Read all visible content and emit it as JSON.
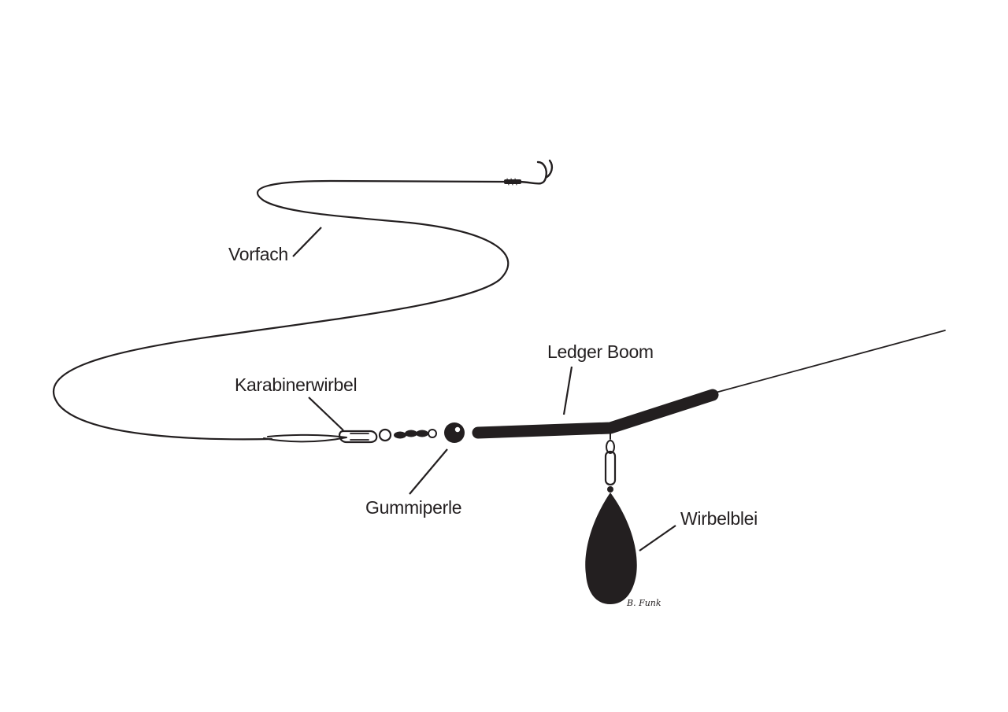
{
  "diagram": {
    "labels": {
      "vorfach": "Vorfach",
      "karabinerwirbel": "Karabinerwirbel",
      "gummiperle": "Gummiperle",
      "ledger_boom": "Ledger Boom",
      "wirbelblei": "Wirbelblei"
    },
    "signature": "B. Funk",
    "colors": {
      "ink": "#231f20",
      "background": "#ffffff"
    }
  }
}
